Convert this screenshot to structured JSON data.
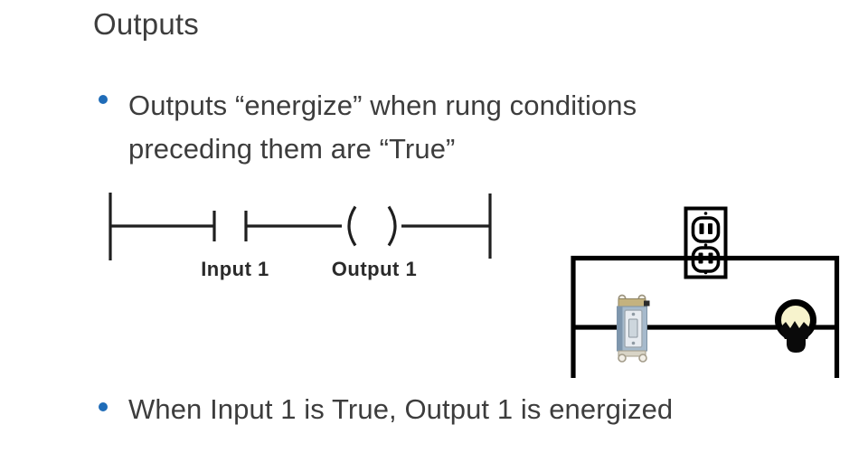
{
  "slide": {
    "title": "Outputs",
    "bullets": [
      {
        "line1": "Outputs “energize” when rung conditions",
        "line2": "preceding them are “True”"
      },
      {
        "line1": "When Input 1 is True, Output 1 is energized"
      }
    ]
  },
  "ladder_diagram": {
    "input_label": "Input 1",
    "output_label": "Output 1",
    "contact_symbol": "normally-open-contact",
    "coil_symbol": "output-coil",
    "line_color": "#1f1f1f"
  },
  "circuit_diagram": {
    "components": [
      "power-outlet",
      "light-switch",
      "light-bulb"
    ],
    "wire_color": "#000000",
    "bulb_glow_color": "#f7f3cd",
    "switch_body_color": "#a6bacc",
    "switch_plate_color": "#c4b27f"
  },
  "colors": {
    "bullet": "#1f6cb8",
    "text": "#3d3d3d",
    "background": "#ffffff"
  }
}
